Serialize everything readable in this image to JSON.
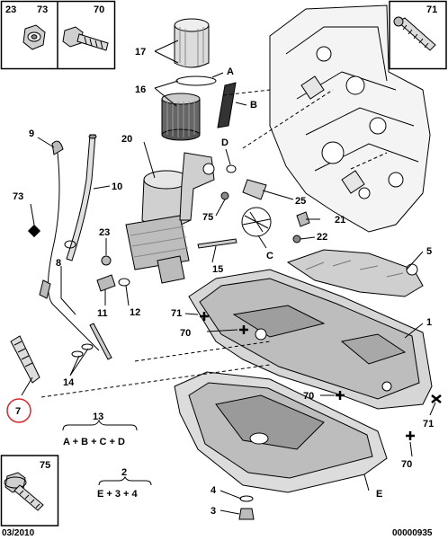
{
  "inset_boxes": {
    "top_left": {
      "labels": [
        "23",
        "73",
        "70"
      ]
    },
    "top_right": {
      "labels": [
        "71"
      ]
    },
    "bottom_left": {
      "labels": [
        "75"
      ]
    }
  },
  "callouts": {
    "c17": "17",
    "c16": "16",
    "cA": "A",
    "cB": "B",
    "c9": "9",
    "c10": "10",
    "c20": "20",
    "cD": "D",
    "c73": "73",
    "c25": "25",
    "c75a": "75",
    "c21": "21",
    "c23": "23",
    "cC": "C",
    "c22": "22",
    "c5": "5",
    "c8": "8",
    "c15": "15",
    "c11": "11",
    "c12": "12",
    "c71a": "71",
    "c70a": "70",
    "c1": "1",
    "c14": "14",
    "c7": "7",
    "c70b": "70",
    "c71b": "71",
    "c70c": "70",
    "c13": "13",
    "c2": "2",
    "cE": "E",
    "c4": "4",
    "c3": "3"
  },
  "formulas": {
    "f13": "A + B + C + D",
    "f2": "E + 3 + 4"
  },
  "footer": {
    "date": "03/2010",
    "code": "00000935"
  },
  "colors": {
    "line": "#000000",
    "part_fill": "#dcdcdc",
    "part_dark": "#9a9a9a",
    "highlight_circle": "#d9262c"
  }
}
